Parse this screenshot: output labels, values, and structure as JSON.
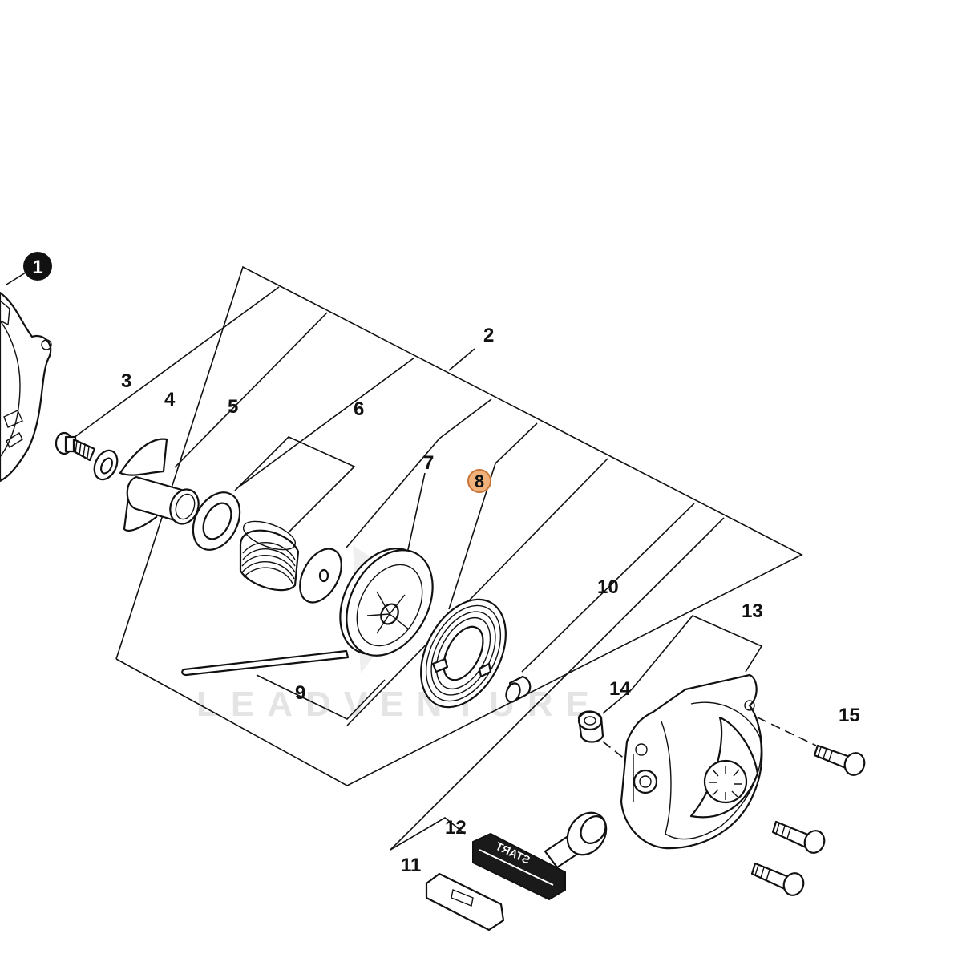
{
  "labels": {
    "l1": "1",
    "l2": "2",
    "l3": "3",
    "l4": "4",
    "l5": "5",
    "l6": "6",
    "l7": "7",
    "l8": "8",
    "l9": "9",
    "l10": "10",
    "l11": "11",
    "l12": "12",
    "l13": "13",
    "l14": "14",
    "l15": "15"
  },
  "handle_text": "START",
  "watermark": "LEADVENTURE",
  "colors": {
    "line": "#111111",
    "highlight_fill": "#f0b27a",
    "highlight_stroke": "#c8753a",
    "handle_fill": "#1a1a1a"
  },
  "highlighted_part": "8"
}
